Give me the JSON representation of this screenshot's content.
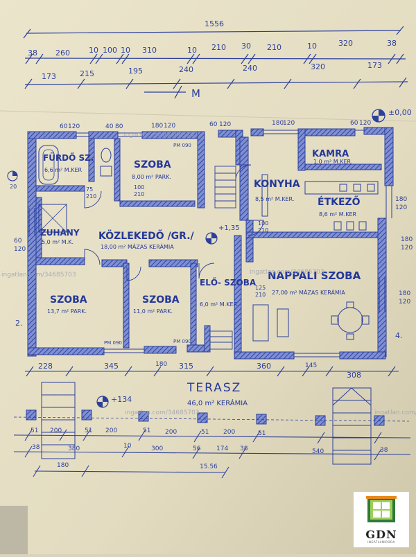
{
  "colors": {
    "paper": "#e8e2c8",
    "ink": "#2b3f9c",
    "wall": "#3b4fb0"
  },
  "dimensions_top": {
    "overall": "1556",
    "row1": [
      "38",
      "260",
      "10",
      "100",
      "10",
      "310",
      "10",
      "210",
      "30",
      "210",
      "10",
      "320",
      "38"
    ],
    "row2": [
      "173",
      "215",
      "195",
      "240",
      "240",
      "320",
      "173"
    ]
  },
  "section_marker": "M",
  "elevation_marker": "±0,00",
  "elevation_corridor": "+1,35",
  "elevation_terrace": "+134",
  "rooms": {
    "furdo": {
      "name": "FÜRDŐ SZ.",
      "area": "6,6 m² M.KER"
    },
    "szoba1": {
      "name": "SZOBA",
      "area": "8,00 m² PARK."
    },
    "konyha": {
      "name": "KONYHA",
      "area": "8,5 m² M.KER."
    },
    "kamra": {
      "name": "KAMRA",
      "area": "1,0 m² M.KER."
    },
    "etkezo": {
      "name": "ÉTKEZŐ",
      "area": "8,6 m² M.KER"
    },
    "zuhany": {
      "name": "ZUHANY",
      "area": "5,0 m² M.K."
    },
    "kozlekedo": {
      "name": "KÖZLEKEDŐ /GR./",
      "area": "18,00 m² MÁZAS KERÁMIA"
    },
    "szoba2": {
      "name": "SZOBA",
      "area": "13,7 m² PARK."
    },
    "szoba3": {
      "name": "SZOBA",
      "area": "11,0 m² PARK."
    },
    "eloszoba": {
      "name": "ELŐ- SZOBA",
      "area": "6,0 m² M.KER."
    },
    "nappali": {
      "name": "NAPPALI SZOBA",
      "area": "27,00 m² MÁZAS KERÁMIA"
    },
    "terasz": {
      "name": "TERASZ",
      "area": "46,0 m² KERÁMIA"
    }
  },
  "opening_labels": [
    "60",
    "120",
    "40",
    "80",
    "180",
    "120",
    "60",
    "120",
    "180",
    "120",
    "60",
    "120",
    "75",
    "210",
    "100",
    "210",
    "180",
    "120",
    "125",
    "210",
    "100",
    "210",
    "PM 090",
    "PM 090",
    "PM 090"
  ],
  "dimensions_mid": [
    "228",
    "345",
    "180",
    "315",
    "360",
    "145",
    "308"
  ],
  "dimensions_bottom_row1": [
    "51",
    "200",
    "51",
    "200",
    "51",
    "200",
    "51",
    "200",
    "51"
  ],
  "dimensions_bottom_row2": [
    "38",
    "380",
    "10",
    "300",
    "56",
    "174",
    "38",
    "540",
    "38"
  ],
  "dimensions_bottom_row3": [
    "180",
    "15.56"
  ],
  "side_labels": [
    "20",
    "60",
    "120",
    "180",
    "120",
    "180",
    "120",
    "2.",
    "4."
  ],
  "watermark": "ingatlan.com/34685703",
  "logo": {
    "name": "GDN",
    "tagline": "INGATLANIRODA"
  }
}
